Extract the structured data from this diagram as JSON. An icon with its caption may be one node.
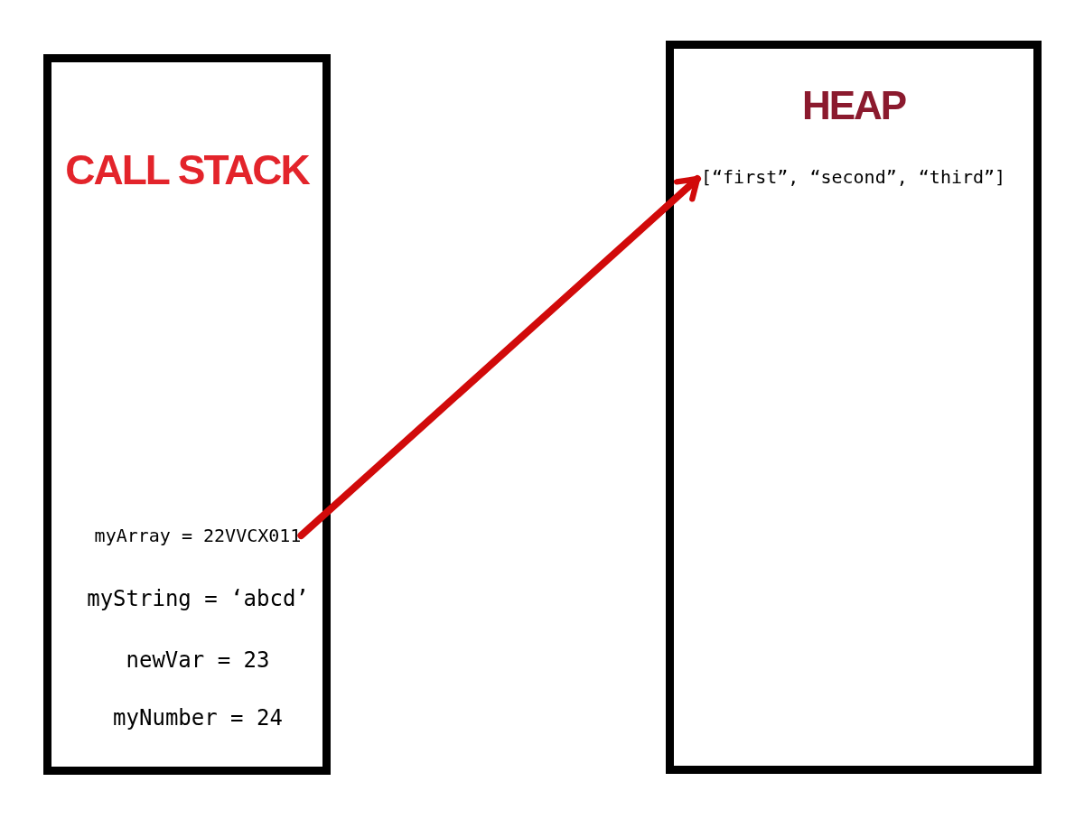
{
  "diagram": {
    "nodes": [
      {
        "text": [
          "CALL STACK"
        ]
      },
      {
        "text": [
          "myArray = 22VVCX011"
        ],
        "in": 0
      },
      {
        "text": [
          "myString = ‘abcd’"
        ],
        "in": 0
      },
      {
        "text": [
          "newVar = 23"
        ],
        "in": 0
      },
      {
        "text": [
          "myNumber = 24"
        ],
        "in": 0
      },
      {
        "text": [
          "HEAP"
        ]
      },
      {
        "text": [
          "[“first”, “second”, “third”]"
        ],
        "in": 5
      }
    ],
    "edges": [
      {
        "from": 1,
        "to": 6,
        "arrow": "to"
      }
    ]
  }
}
